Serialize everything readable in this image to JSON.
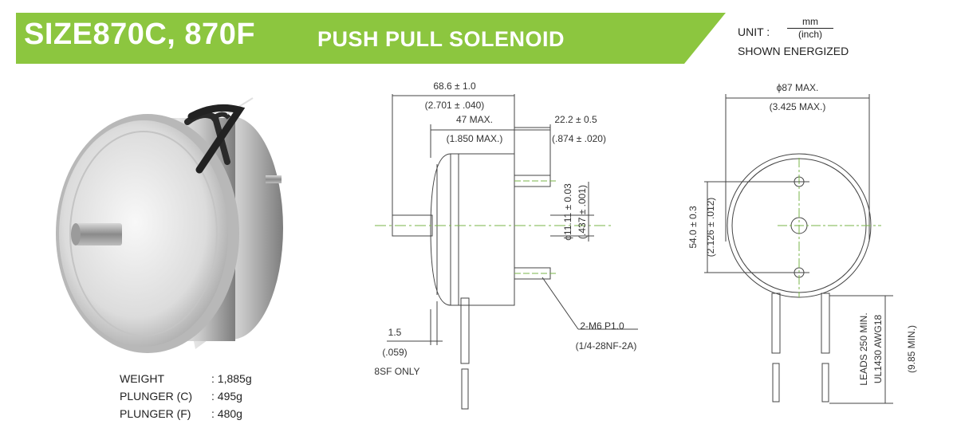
{
  "header": {
    "title_main": "SIZE870C, 870F",
    "title_sub": "PUSH PULL SOLENOID",
    "accent_color": "#8cc63f",
    "unit_label": "UNIT :",
    "unit_numerator": "mm",
    "unit_denominator": "(inch)",
    "shown_energized": "SHOWN ENERGIZED"
  },
  "specs": [
    {
      "label": "WEIGHT",
      "value": ": 1,885g"
    },
    {
      "label": "PLUNGER (C)",
      "value": ":   495g"
    },
    {
      "label": "PLUNGER (F)",
      "value": ":   480g"
    }
  ],
  "side_view": {
    "overall_length": "68.6 ± 1.0",
    "overall_length_in": "(2.701 ± .040)",
    "body_length": "47 MAX.",
    "body_length_in": "(1.850 MAX.)",
    "stud_length": "22.2 ± 0.5",
    "stud_length_in": "(.874 ± .020)",
    "plunger_dia": "ϕ11.11 ± 0.03",
    "plunger_dia_in": "(.437 ± .001)",
    "gap": "1.5",
    "gap_in": "(.059)",
    "sf_note": "8SF ONLY",
    "thread": "2-M6 P1.0",
    "thread_in": "(1/4-28NF-2A)"
  },
  "front_view": {
    "diameter": "ϕ87 MAX.",
    "diameter_in": "(3.425 MAX.)",
    "hole_spacing": "54.0 ± 0.3",
    "hole_spacing_in": "(2.126 ± .012)",
    "leads": "LEADS 250 MIN.",
    "leads_spec": "UL1430 AWG18",
    "leads_in": "(9.85 MIN.)"
  }
}
